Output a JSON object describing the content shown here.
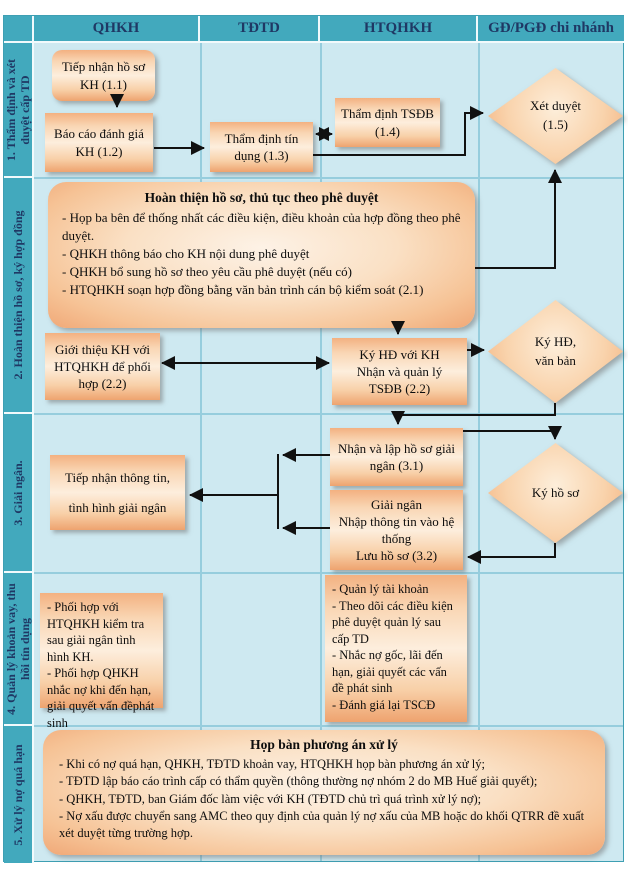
{
  "header": {
    "columns": [
      "QHKH",
      "TĐTD",
      "HTQHKH",
      "GĐ/PGĐ chi nhánh"
    ]
  },
  "rows": [
    {
      "label": "1. Thẩm định và xét duyệt cấp TD"
    },
    {
      "label": "2. Hoàn thiện hồ sơ, ký hợp đồng"
    },
    {
      "label": "3. Giải ngân."
    },
    {
      "label": "4. Quản lý khoản vay, thu hồi tín dụng"
    },
    {
      "label": "5. Xử lý nợ quá hạn"
    }
  ],
  "boxes": {
    "b11": "Tiếp nhận hồ sơ KH (1.1)",
    "b12": "Báo cáo đánh giá KH (1.2)",
    "b13": "Thẩm định tín dụng (1.3)",
    "b14": "Thẩm định TSĐB (1.4)",
    "d15": {
      "lines": [
        "Xét duyệt",
        "(1.5)"
      ]
    },
    "big21": {
      "title": "Hoàn thiện hồ sơ, thủ tục theo phê duyệt",
      "bullets": [
        "- Họp ba bên để thống nhất các điều kiện, điều khoản của hợp đồng theo phê duyệt.",
        "- QHKH thông báo cho KH nội dung phê duyệt",
        "- QHKH bổ sung hồ sơ theo yêu cầu phê duyệt (nếu có)",
        "- HTQHKH soạn hợp đồng bằng văn bản trình cán bộ kiểm soát (2.1)"
      ]
    },
    "b22a": "Giới thiệu KH với HTQHKH để phối hợp (2.2)",
    "b22b": {
      "lines": [
        "Ký HĐ với KH",
        "Nhận và quản lý",
        "TSĐB (2.2)"
      ]
    },
    "d22": {
      "lines": [
        "Ký HĐ,",
        "văn bản"
      ]
    },
    "b31": "Nhận và lập hồ sơ giải ngân (3.1)",
    "b32": {
      "lines": [
        "Giải ngân",
        "Nhập thông tin vào hệ thống",
        "Lưu hồ sơ (3.2)"
      ]
    },
    "btt": {
      "lines": [
        "Tiếp nhận thông tin,",
        "tình hình giải ngân"
      ]
    },
    "d3": {
      "lines": [
        "Ký hồ sơ"
      ]
    },
    "b4l": {
      "bullets": [
        "- Phối hợp với HTQHKH kiểm tra sau giải ngân tình hình KH.",
        "- Phối hợp QHKH nhắc nợ khi đến hạn, giải quyết vấn đềphát sinh"
      ]
    },
    "b4r": {
      "bullets": [
        "- Quản lý tài khoản",
        "- Theo dõi các điều kiện phê duyệt quản lý sau cấp TD",
        "- Nhắc nợ gốc, lãi đến hạn, giải quyết các vấn đề phát sinh",
        "- Đánh giá lại TSCĐ"
      ]
    },
    "big5": {
      "title": "Họp bàn phương án xử lý",
      "bullets": [
        "- Khi có nợ quá hạn, QHKH, TĐTD khoản vay, HTQHKH họp bàn phương án xử lý;",
        "- TĐTD lập báo cáo trình cấp có thẩm quyền (thông thường nợ nhóm 2 do MB Huế giải quyết);",
        "- QHKH, TĐTD, ban Giám đốc làm việc với KH (TĐTD chủ trì quá trình xử lý nợ);",
        "- Nợ xấu được chuyển sang AMC theo quy định của quản lý nợ xấu của MB hoặc do khối QTRR đề xuất xét duyệt từng trường hợp."
      ]
    }
  },
  "colors": {
    "teal": "#42a9bd",
    "navy": "#1f3864",
    "bodyblue": "#cee9f1",
    "box_peach": "#f6c396",
    "arrow": "#111111"
  }
}
